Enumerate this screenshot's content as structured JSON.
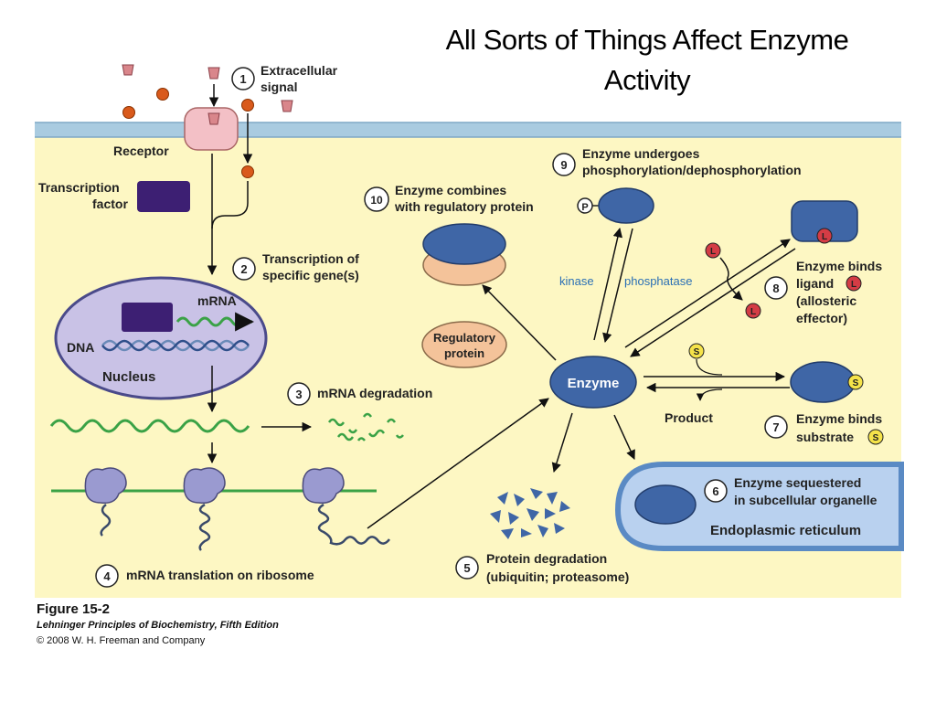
{
  "title": {
    "line1": "All Sorts of Things Affect Enzyme",
    "line2": "Activity"
  },
  "steps": {
    "s1": {
      "num": "1",
      "line1": "Extracellular",
      "line2": "signal"
    },
    "s2": {
      "num": "2",
      "line1": "Transcription of",
      "line2": "specific gene(s)"
    },
    "s3": {
      "num": "3",
      "line1": "mRNA degradation"
    },
    "s4": {
      "num": "4",
      "line1": "mRNA translation on ribosome"
    },
    "s5": {
      "num": "5",
      "line1": "Protein degradation",
      "line2": "(ubiquitin; proteasome)"
    },
    "s6": {
      "num": "6",
      "line1": "Enzyme sequestered",
      "line2": "in subcellular organelle"
    },
    "s7": {
      "num": "7",
      "line1": "Enzyme binds",
      "line2": "substrate"
    },
    "s8": {
      "num": "8",
      "line1": "Enzyme binds",
      "line2": "ligand",
      "line3": "(allosteric",
      "line4": "effector)"
    },
    "s9": {
      "num": "9",
      "line1": "Enzyme undergoes",
      "line2": "phosphorylation/dephosphorylation"
    },
    "s10": {
      "num": "10",
      "line1": "Enzyme combines",
      "line2": "with regulatory protein"
    }
  },
  "labels": {
    "receptor": "Receptor",
    "tf_line1": "Transcription",
    "tf_line2": "factor",
    "mrna": "mRNA",
    "dna": "DNA",
    "nucleus": "Nucleus",
    "enzyme": "Enzyme",
    "reg_line1": "Regulatory",
    "reg_line2": "protein",
    "kinase": "kinase",
    "phosphatase": "phosphatase",
    "product": "Product",
    "er": "Endoplasmic reticulum",
    "p_symbol": "P",
    "l_symbol": "L",
    "s_symbol": "S"
  },
  "colors": {
    "background": "#fdf7c3",
    "membrane": "#a9cbe0",
    "enzyme": "#3f66a6",
    "regulatory": "#f4c39a",
    "nucleus": "#c9c2e6",
    "tf": "#3d1f73",
    "rna": "#3aa246",
    "dna": "#6a8ab8",
    "ribosome": "#9a9ad0",
    "ligand": "#d43c45",
    "substrate": "#f5e34a",
    "signal_dot": "#d95a1c",
    "signal_cone": "#d9868b",
    "er": "#b9d1ef",
    "kinase_text": "#2a6fb5"
  },
  "caption": {
    "figure": "Figure 15-2",
    "book": "Lehninger Principles of Biochemistry, Fifth Edition",
    "copyright": "© 2008 W. H. Freeman and Company"
  }
}
